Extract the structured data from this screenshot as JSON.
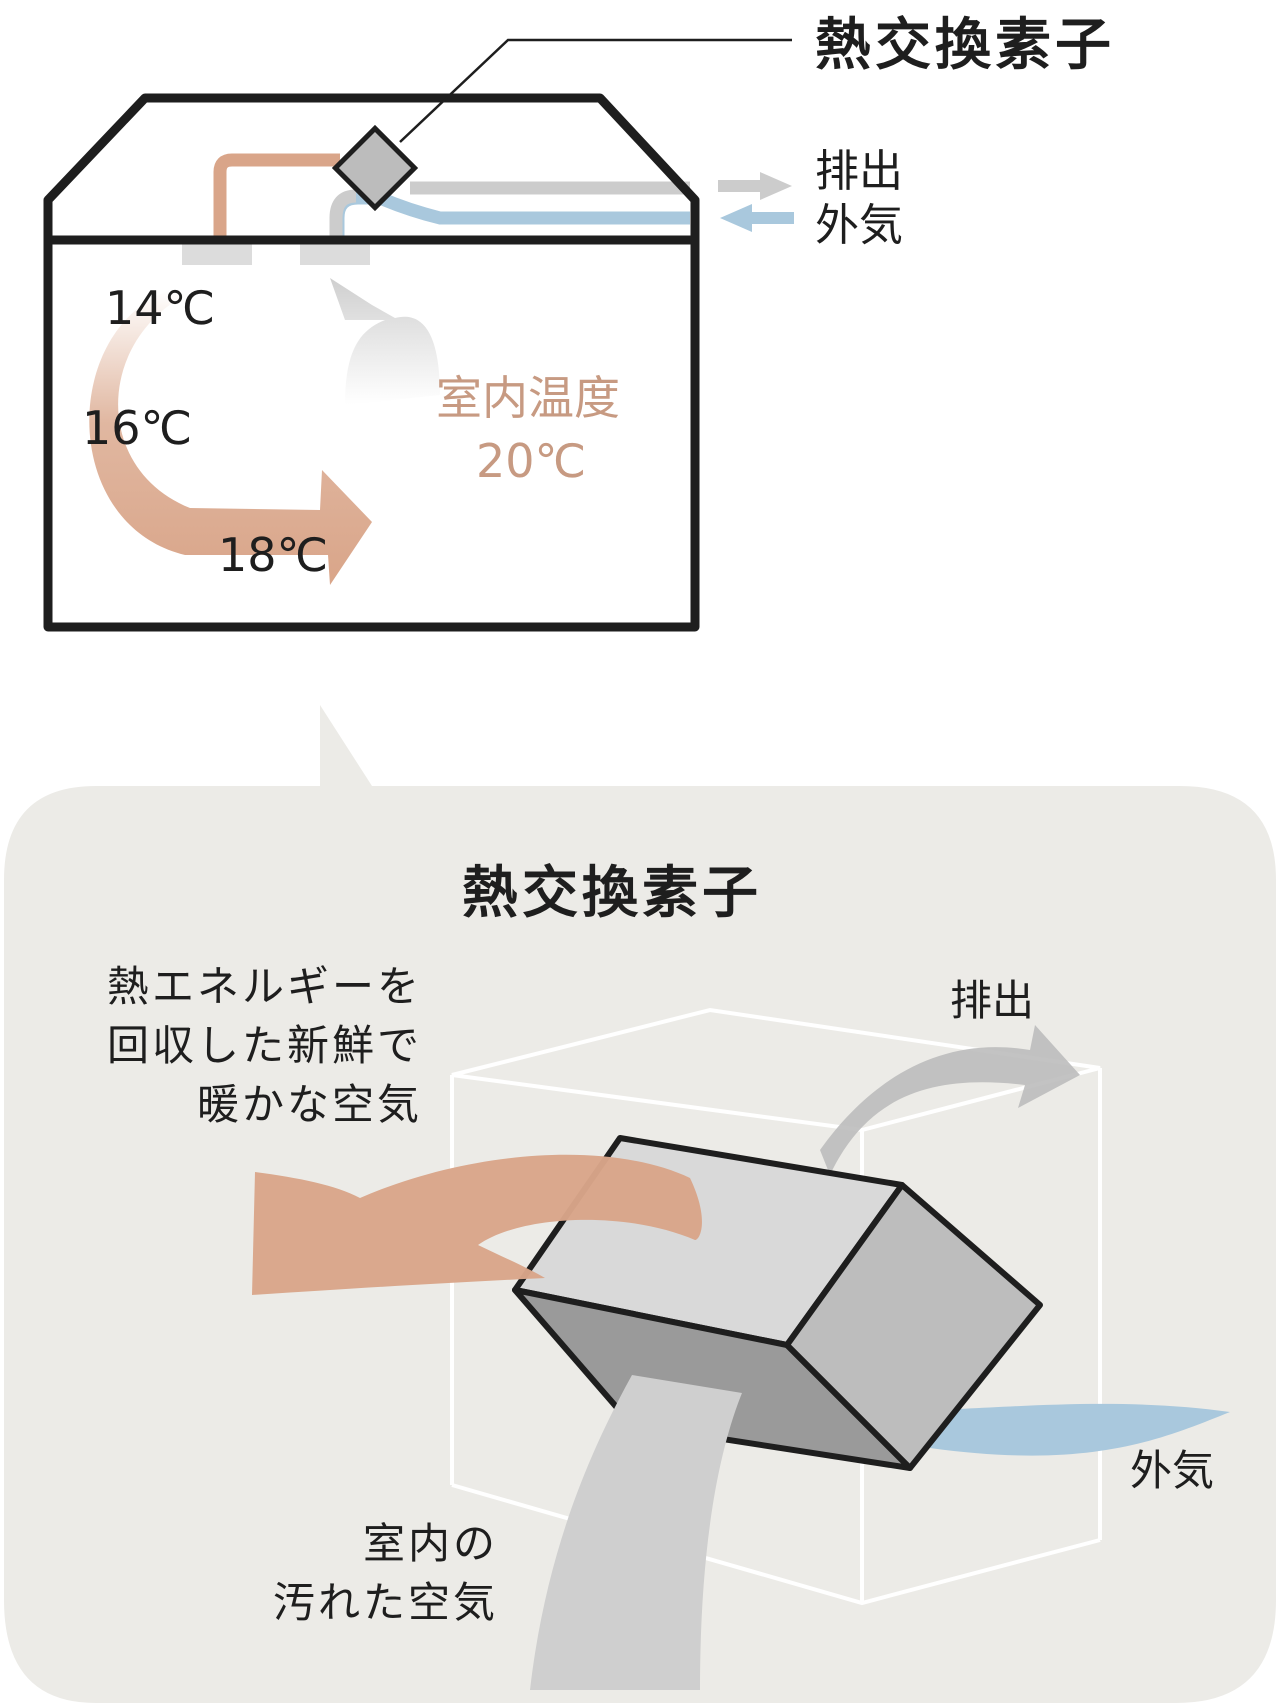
{
  "top": {
    "element_label": "熱交換素子",
    "exhaust_label": "排出",
    "outside_air_label": "外気",
    "temps": [
      "14℃",
      "16℃",
      "18℃"
    ],
    "room_temp_title": "室内温度",
    "room_temp_value": "20℃"
  },
  "bottom": {
    "title": "熱交換素子",
    "supply_text": [
      "熱エネルギーを",
      "回収した新鮮で",
      "暖かな空気"
    ],
    "exhaust_label": "排出",
    "outside_air_label": "外気",
    "indoor_text": [
      "室内の",
      "汚れた空気"
    ]
  },
  "colors": {
    "warm_air": "#d9a589",
    "cool_air": "#a9c8dd",
    "exhaust_air": "#cccccc",
    "panel_bg": "#ecebe7",
    "outline": "#1e1e1e"
  }
}
